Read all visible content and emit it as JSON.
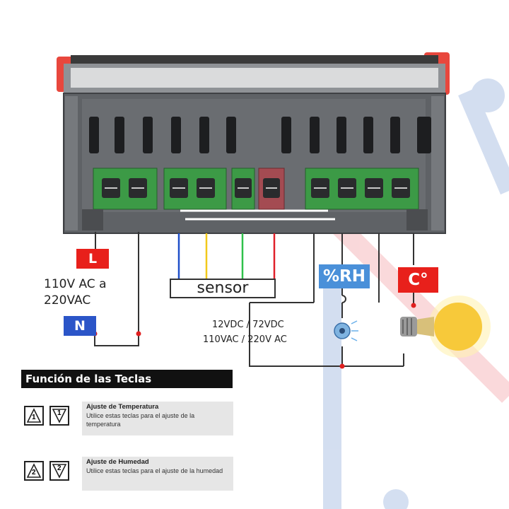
{
  "labels": {
    "L": "L",
    "N": "N",
    "voltage_line1": "110V AC a",
    "voltage_line2": "220VAC",
    "sensor": "sensor",
    "rh": "%RH",
    "celsius": "C°",
    "power_line1": "12VDC / 72VDC",
    "power_line2": "110VAC / 220V AC"
  },
  "keys_section": {
    "title": "Función de las Teclas",
    "rows": [
      {
        "title": "Ajuste de Temperatura",
        "desc": "Utilice estas teclas para el ajuste de la temperatura",
        "key_up": "1",
        "key_down": "1"
      },
      {
        "title": "Ajuste de Humedad",
        "desc": "Utilice estas teclas para el ajuste de la humedad",
        "key_up": "2",
        "key_down": "2"
      }
    ]
  },
  "colors": {
    "tag_red": "#e8201b",
    "tag_blue": "#2b55c8",
    "rh_blue": "#4a90d9",
    "sensor_wire_blue": "#1f4fc8",
    "sensor_wire_yellow": "#f2c91a",
    "sensor_wire_green": "#2fc14a",
    "sensor_wire_red": "#e0202a",
    "terminal_green": "#3c9a46",
    "housing_gray": "#5f6266",
    "bulb_yellow": "#f7c93a"
  },
  "icons": [
    "fan-icon",
    "light-bulb-icon",
    "key-up-arrow-icon",
    "key-down-arrow-icon"
  ]
}
